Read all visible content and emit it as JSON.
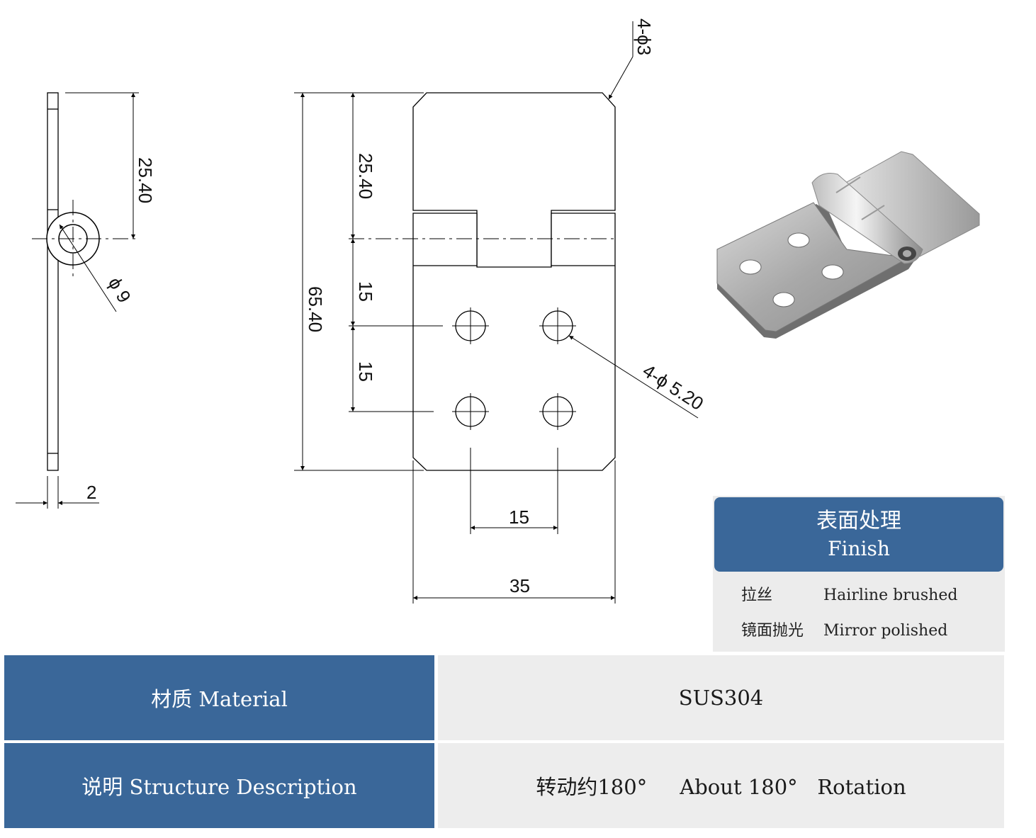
{
  "colors": {
    "accent": "#3a6799",
    "panel_bg": "#ececec",
    "line": "#000000"
  },
  "drawing": {
    "side_view": {
      "dim_top": "25.40",
      "dim_dia": "ϕ 9",
      "dim_thick": "2"
    },
    "front_view": {
      "dim_top": "25.40",
      "dim_total": "65.40",
      "dim_15_a": "15",
      "dim_15_b": "15",
      "dim_width": "35",
      "dim_hole_pitch": "15",
      "hole_callout": "4-ϕ 5.20",
      "corner_callout": "4-ϕ3"
    }
  },
  "finish": {
    "title_zh": "表面处理",
    "title_en": "Finish",
    "items": [
      {
        "zh": "拉丝",
        "en": "Hairline brushed"
      },
      {
        "zh": "镜面抛光",
        "en": "Mirror polished"
      }
    ]
  },
  "specs": {
    "rows": [
      {
        "label": "材质 Material",
        "value": "SUS304"
      },
      {
        "label": "说明 Structure Description",
        "value": "转动约180°     About 180°   Rotation"
      }
    ]
  }
}
